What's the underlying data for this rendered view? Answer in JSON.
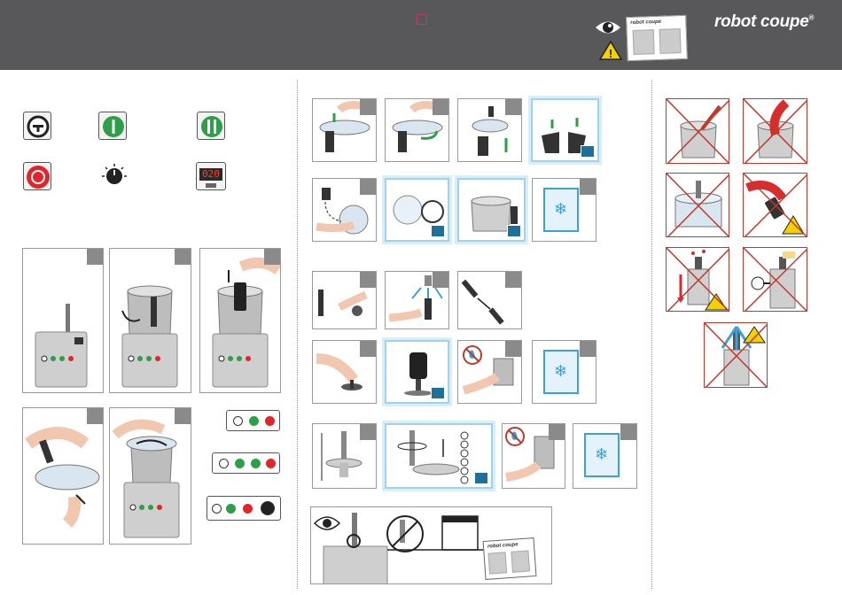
{
  "header": {
    "brand": "robot coupe",
    "brand_mark": "®",
    "manual_thumb_title": "robot coupe"
  },
  "controls": {
    "timer_display": "020"
  },
  "manual_sheet": {
    "title": "robot coupe"
  },
  "colors": {
    "header_bg": "#58585a",
    "green_button": "#2e9e48",
    "red_button": "#e0262b",
    "hygiene_blue": "#9fd3ec",
    "prohibited_red": "#c0392b",
    "warning_yellow": "#f4d000"
  },
  "icons": [
    "eye-icon",
    "warning-icon",
    "pulse-button-icon",
    "on-button-icon",
    "speed-two-button-icon",
    "stop-button-icon",
    "speed-dial-icon",
    "timer-display-icon",
    "dishwasher-icon",
    "freezer-icon",
    "no-water-icon",
    "calendar-icon",
    "magnifier-icon"
  ]
}
